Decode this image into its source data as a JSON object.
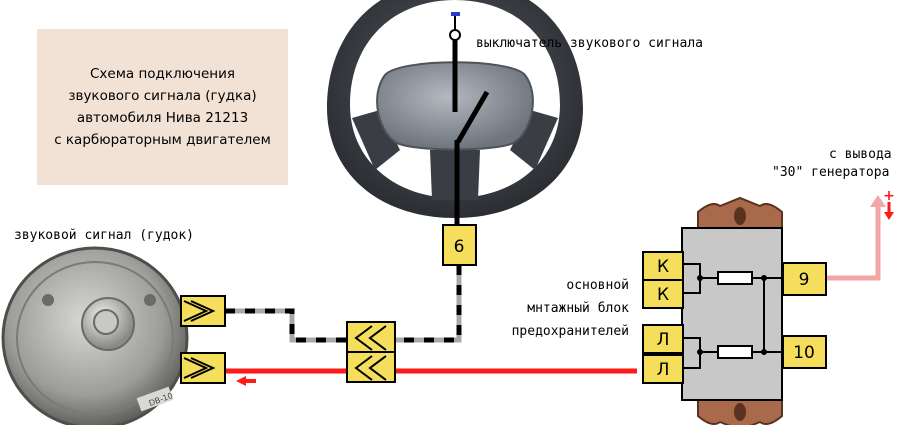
{
  "title": {
    "lines": [
      "Схема подключения",
      "звукового сигнала (гудка)",
      "автомобиля Нива 21213",
      "с карбюраторным двигателем"
    ]
  },
  "labels": {
    "horn_switch": "выключатель звукового сигнала",
    "horn": "звуковой сигнал (гудок)",
    "generator_1": "с вывода",
    "generator_2": "\"30\" генератора",
    "fuse_block_1": "основной",
    "fuse_block_2": "мнтажный блок",
    "fuse_block_3": "предохранителей"
  },
  "connectors": {
    "steering": "6",
    "fuse_k1": "К",
    "fuse_k2": "К",
    "fuse_l1": "Л",
    "fuse_l2": "Л",
    "out_9": "9",
    "out_10": "10"
  },
  "polarity": {
    "switch_ground": "-",
    "generator_plus": "+"
  },
  "horn_embossed": {
    "model": "DB-10"
  },
  "colors": {
    "wire_power": "#ff1a1a",
    "wire_generator": "#f4a6a6",
    "wire_signal_dash": "#000000",
    "wire_signal_gap": "#a8a8a8",
    "connector_fill": "#f4de5c",
    "switch_ground_color": "#2a3bd6",
    "title_box_bg": "#f2e2d6",
    "fuse_block_body": "#c8c8c8",
    "fuse_block_ears": "#a86a4a"
  }
}
